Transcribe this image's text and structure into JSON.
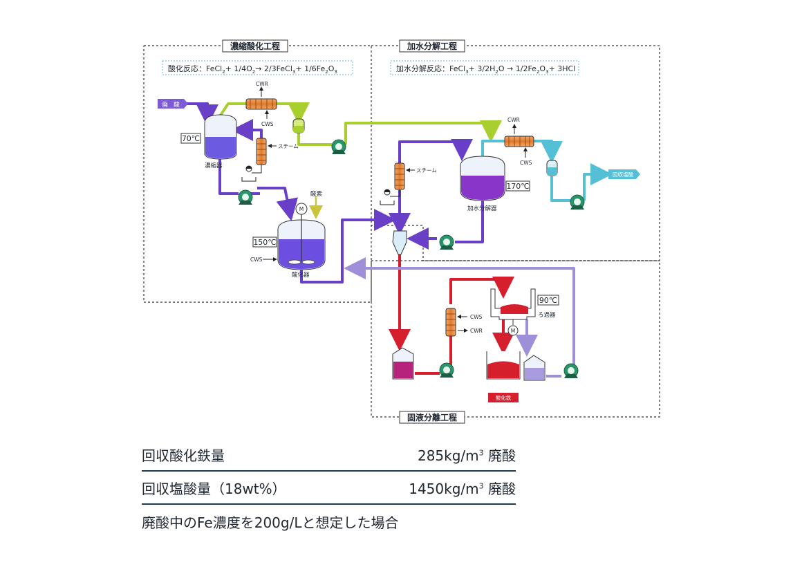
{
  "diagram": {
    "sections": {
      "oxidation": "濃縮酸化工程",
      "hydrolysis": "加水分解工程",
      "solid_liquid": "固液分離工程"
    },
    "reactions": {
      "oxidation_prefix": "酸化反応：FeCl",
      "oxidation_rest": "+ 1/4O",
      "oxidation_rest2": "→ 2/3FeCl",
      "oxidation_rest3": "+ 1/6Fe",
      "oxidation_rest4": "O",
      "hydrolysis_prefix": "加水分解反応：FeCl",
      "hydrolysis_rest": "+ 3/2H",
      "hydrolysis_rest2": "O → 1/2Fe",
      "hydrolysis_rest3": "O",
      "hydrolysis_rest4": "+ 3HCl",
      "sub2": "2",
      "sub3": "3"
    },
    "labels": {
      "waste_acid": "廃　酸",
      "concentrator": "濃縮器",
      "oxidizer": "酸化器",
      "hydrolyzer": "加水分解器",
      "filter": "ろ過器",
      "oxygen": "酸素",
      "recovered_hcl": "回収塩酸",
      "iron_oxide": "酸化鉄",
      "steam": "スチーム",
      "cwr": "CWR",
      "cws": "CWS",
      "motor": "M"
    },
    "temperatures": {
      "concentrator": "70℃",
      "oxidizer": "150℃",
      "hydrolyzer": "170℃",
      "filter": "90℃"
    },
    "colors": {
      "purple": "#6a3fc8",
      "green": "#a8cf2d",
      "cyan": "#55bfd6",
      "red": "#d51f2c",
      "lavender": "#9f8fd8"
    }
  },
  "stats": {
    "rows": [
      {
        "label": "回収酸化鉄量",
        "value": "285kg/m",
        "sup": "3",
        "suffix": " 廃酸"
      },
      {
        "label": "回収塩酸量（18wt%）",
        "value": "1450kg/m",
        "sup": "3",
        "suffix": " 廃酸"
      }
    ],
    "note": "廃酸中のFe濃度を200g/Lと想定した場合"
  }
}
